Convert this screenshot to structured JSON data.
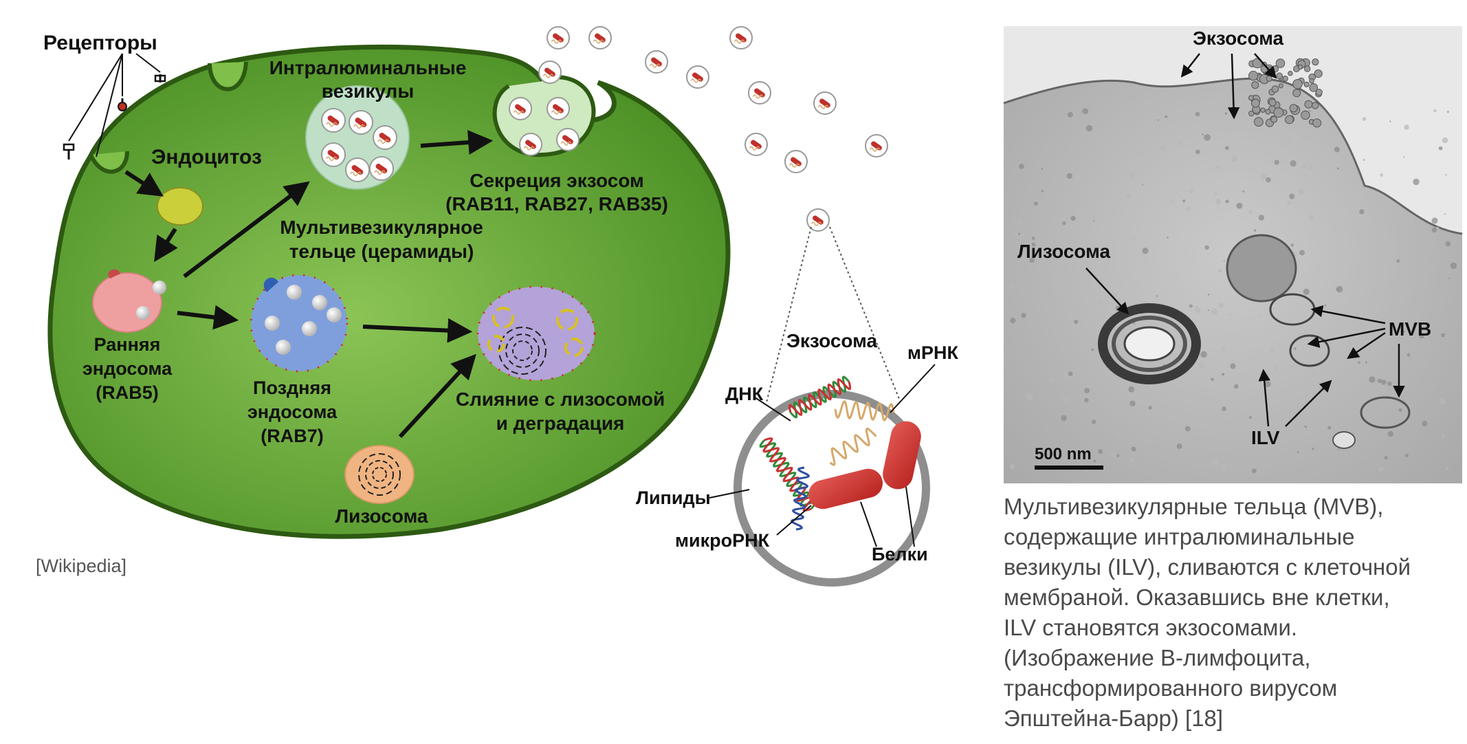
{
  "diagram": {
    "labels": {
      "receptors": "Рецепторы",
      "intraluminal_line1": "Интралюминальные",
      "intraluminal_line2": "везикулы",
      "endocytosis": "Эндоцитоз",
      "secretion_line1": "Секреция экзосом",
      "secretion_line2": "(RAB11, RAB27, RAB35)",
      "mvb_line1": "Мультивезикулярное",
      "mvb_line2": "тельце (церамиды)",
      "early_line1": "Ранняя",
      "early_line2": "эндосома",
      "early_line3": "(RAB5)",
      "late_line1": "Поздняя",
      "late_line2": "эндосома",
      "late_line3": "(RAB7)",
      "fusion_line1": "Слияние с лизосомой",
      "fusion_line2": "и деградация",
      "lysosome": "Лизосома"
    },
    "exosome_detail": {
      "title": "Экзосома",
      "dna": "ДНК",
      "mrna": "мРНК",
      "lipids": "Липиды",
      "microrna": "микроРНК",
      "proteins": "Белки"
    },
    "source": "[Wikipedia]",
    "colors": {
      "cell": "#5a9e2f",
      "cell_outline": "#2d5a12",
      "early_endosome": "#eea0a0",
      "late_endosome": "#7f9fdc",
      "fusion": "#b3a3d8",
      "lysosome": "#f0b482",
      "mvb": "#bfe0c6",
      "endocytic_vesicle": "#cbcf3a"
    }
  },
  "micrograph": {
    "labels": {
      "exosome": "Экзосома",
      "lysosome": "Лизосома",
      "mvb": "MVB",
      "ilv": "ILV",
      "scale_bar": "500 nm"
    }
  },
  "caption": [
    "Мультивезикулярные тельца (MVB),",
    "содержащие интралюминальные",
    "везикулы (ILV), сливаются с клеточной",
    "мембраной. Оказавшись вне клетки,",
    "ILV становятся экзосомами.",
    "(Изображение B-лимфоцита,",
    "трансформированного вирусом",
    "Эпштейна-Барр) [18]"
  ]
}
